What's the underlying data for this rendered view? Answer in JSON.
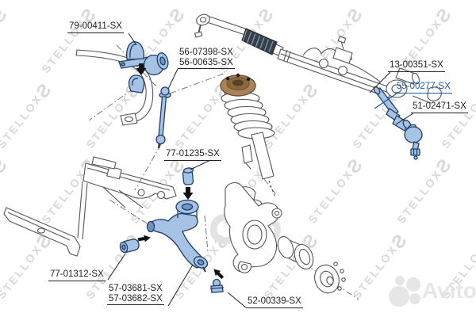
{
  "labels": [
    {
      "id": "79-00411-sx",
      "lines": [
        "79-00411-SX"
      ],
      "link": false
    },
    {
      "id": "56-07398-sx",
      "lines": [
        "56-07398-SX",
        "56-00635-SX"
      ],
      "link": false
    },
    {
      "id": "77-01235-sx",
      "lines": [
        "77-01235-SX"
      ],
      "link": false
    },
    {
      "id": "13-00351-sx",
      "lines": [
        "13-00351-SX"
      ],
      "link": false
    },
    {
      "id": "55-00277-sx",
      "lines": [
        "55-00277-SX"
      ],
      "link": true
    },
    {
      "id": "51-02471-sx",
      "lines": [
        "51-02471-SX"
      ],
      "link": false
    },
    {
      "id": "77-01312-sx",
      "lines": [
        "77-01312-SX"
      ],
      "link": false
    },
    {
      "id": "57-03681-sx",
      "lines": [
        "57-03681-SX",
        "57-03682-SX"
      ],
      "link": false
    },
    {
      "id": "52-00339-sx",
      "lines": [
        "52-00339-SX"
      ],
      "link": false
    }
  ],
  "watermarks": {
    "stellox": "STELLOX",
    "stellox_logo": "Ƨ",
    "avito": "Avito"
  },
  "colors": {
    "ink": "#222222",
    "line": "#555555",
    "highlight_fill": "#a6c2e4",
    "highlight_mid": "#7da3cd",
    "highlight_stroke": "#1f3f66",
    "label_link": "#1a5dab",
    "watermark_gray": "#d9d9d9",
    "avito_gray": "#e6e6e6",
    "center_wm_gray": "#e3e3e3",
    "mount_brown": "#a9825a",
    "mount_brown_dark": "#6b4e2d",
    "boot_dark": "#36414e"
  }
}
